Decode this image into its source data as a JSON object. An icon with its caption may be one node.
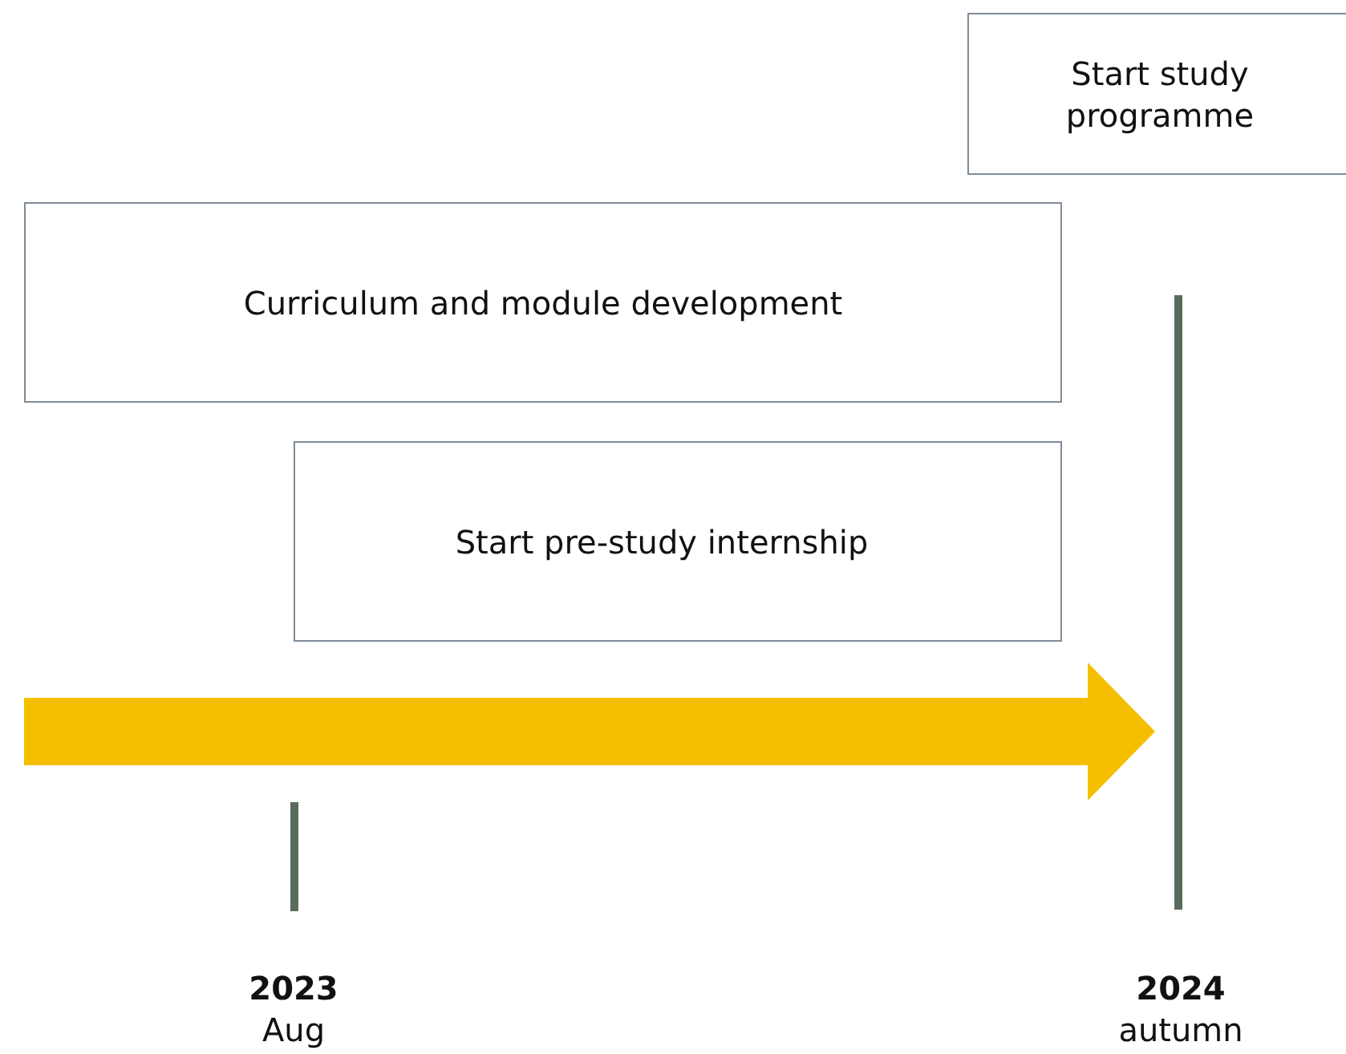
{
  "diagram": {
    "nodes": [
      {
        "text": [
          "Start study programme"
        ]
      },
      {
        "text": [
          "Curriculum and module development"
        ]
      },
      {
        "text": [
          "Start pre-study internship"
        ]
      }
    ],
    "labels": [
      "2023",
      "Aug",
      "2024",
      "autumn"
    ]
  }
}
